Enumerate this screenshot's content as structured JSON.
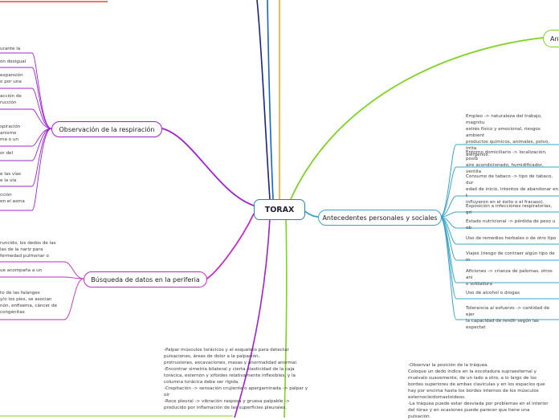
{
  "central": {
    "label": "TORAX"
  },
  "branches": {
    "antecedentes": {
      "label": "Antecedentes personales y sociales"
    },
    "observacion": {
      "label": "Observación de la respiración"
    },
    "busqueda": {
      "label": "Búsqueda de datos en la periferia"
    },
    "ant_top": {
      "label": "Ant"
    }
  },
  "antecedentes_items": [
    "Empleo -> naturaleza del trabajo, magnitu\nestrés físico y emocional, riesgos ambient\nproductos químicos, animales, polvo, irrita\nalérgenos.",
    "Entorno domiciliario -> localización, posib\naire acondicionado, humidificador, ventila",
    "Consumo de tabaco -> tipo de tabaco, dur\nedad de inicio, intentos de abandonar en t\ninfluyeron en el éxito o el fracaso).",
    "Exposición a infecciones respiratorias, gri",
    "Estado nutricional -> pérdida de peso u ob",
    "Uso de remedios herbales o de otro tipo",
    "Viajes (riesgo de contraer algún tipo de in",
    "Aficiones -> crianza de palomas, otros ani\no soldadura",
    "Uso de alcohol o drogas",
    "Tolerancia al esfuerzo -> cantidad de ejer\nla capacidad de rendir según las expectat"
  ],
  "observacion_items": [
    "urante la",
    "ón desigual",
    "expansión\no por una",
    "acción de\nrucción",
    "spiración\nanismo\nma o un",
    "or del",
    "e las vías\ne la vía",
    "cción\nen el asma"
  ],
  "busqueda_items": [
    "runcido, los dedos de las\nlas de la nariz para\nfermedad pulmonar o",
    "ue acompaña a un",
    "to de las falanges\ny/o los pies, se asocian\nnón, enfisema, cáncer de\ncongénitas"
  ],
  "palpacion_text": "-Palpar músculos torácicos y el esqueleto para detectar\npulsaciones, áreas de dolor a la palpación,\nprotrusiones, excavaciones, masas y anormalidad anormal.\n-Encontrar simetría bilateral y cierta elasticidad de la caja\ntorácica, esternón y xifoides relativamente inflexibles, y la\ncolumna torácica debe ser rígida.\n-Crepitación -> sensación crujiente o apergaminada -> palpar y\noír\n-Roce pleural -> vibración rasposa y gruesa palpable ->\nproducido por inflamación de las superficies pleurales.",
  "traquea_text": "-Observar la posición de la tráquea.\nColoque un dedo índice en la escotadura supraesternal y\nmuévalo suavemente, de un lado a otro, a lo largo de los\nbordes superiores de ambas clavículas y en los espacios que\nhay por encima hasta los bordes internos de los músculos\nesternocleidomastoideos.\n-La tráquea puede estar desviada por problemas en el interior\ndel tórax y en ocasiones puede parecer que tiene una\npulsación.",
  "colors": {
    "central": "#2f7fb8",
    "antecedentes": "#3ba5c9",
    "observacion": "#a020d0",
    "busqueda": "#c22bc2",
    "green": "#7ed321",
    "orange": "#f5a623",
    "red": "#e0231b",
    "navy": "#1a237e",
    "blue": "#1565c0"
  }
}
